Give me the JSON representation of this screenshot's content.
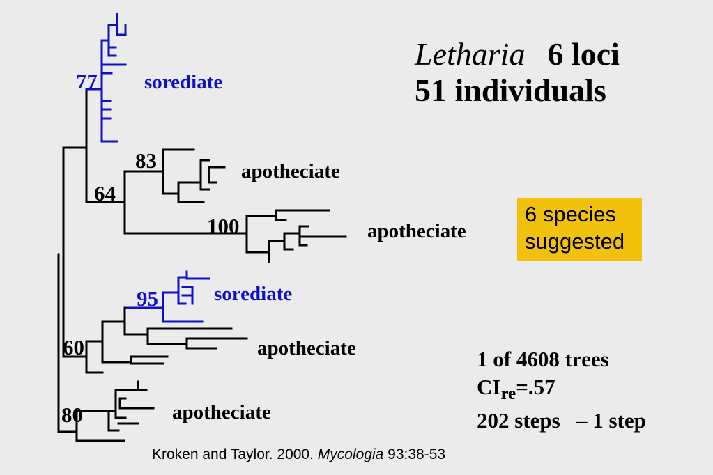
{
  "title": {
    "genus": "Letharia",
    "loci": "6 loci",
    "individuals": "51 individuals"
  },
  "support_values": [
    "77",
    "83",
    "64",
    "100",
    "95",
    "60",
    "80"
  ],
  "clades": {
    "sorediate_1": "sorediate",
    "apotheciate_1": "apotheciate",
    "apotheciate_2": "apotheciate",
    "sorediate_2": "sorediate",
    "apotheciate_3": "apotheciate",
    "apotheciate_4": "apotheciate"
  },
  "species_callout": {
    "line1": "6 species",
    "line2": "suggested"
  },
  "stats": {
    "trees": "1 of 4608 trees",
    "ci_prefix": "CI",
    "ci_sub": "re",
    "ci_value": "=.57",
    "steps": "202 steps   – 1 step"
  },
  "citation": {
    "authors": "Kroken and Taylor. 2000. ",
    "journal": "Mycologia",
    "ref": " 93:38-53"
  },
  "colors": {
    "sorediate": "#1010c8",
    "apotheciate": "#000000",
    "callout_bg": "#f2c10c",
    "background": "#ebebeb"
  }
}
